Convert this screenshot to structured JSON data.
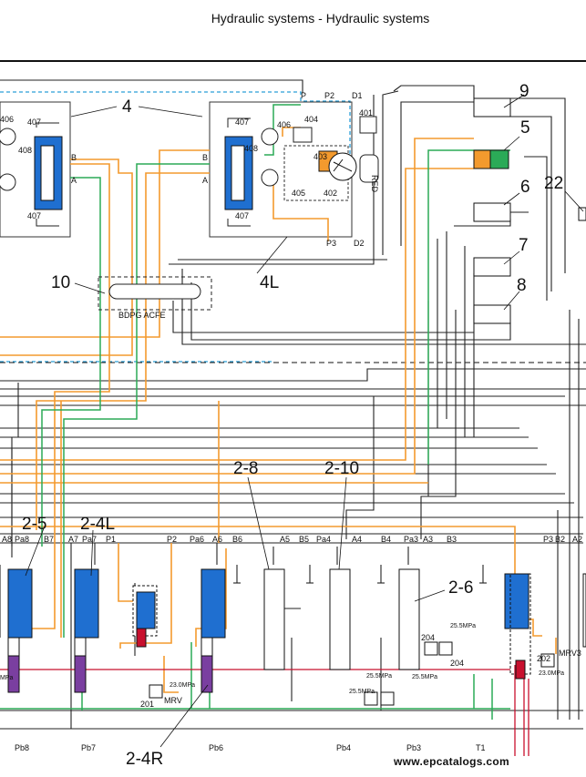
{
  "header": {
    "title": "Hydraulic systems - Hydraulic systems"
  },
  "colors": {
    "orange": "#F39A2E",
    "green": "#2BAA57",
    "blue_dash": "#2A9FD8",
    "red": "#C8102E",
    "valve_blue": "#1F6FD0",
    "purple": "#7A3FA0",
    "black": "#1a1a1a"
  },
  "callouts": {
    "c4": "4",
    "c4L": "4L",
    "c5": "5",
    "c6": "6",
    "c7": "7",
    "c8": "8",
    "c9": "9",
    "c10": "10",
    "c22": "22",
    "c2_5": "2-5",
    "c2_4L": "2-4L",
    "c2_4R": "2-4R",
    "c2_8": "2-8",
    "c2_10": "2-10",
    "c2_6": "2-6"
  },
  "motor_parts": {
    "p401": "401",
    "p402": "402",
    "p403": "403",
    "p404": "404",
    "p405": "405",
    "p406": "406",
    "p406b": "406",
    "p407a": "407",
    "p407b": "407",
    "p407c": "407",
    "p407d": "407",
    "p408": "408",
    "p408b": "408",
    "red": "RED"
  },
  "motor_ports": {
    "P": "P",
    "P2": "P2",
    "D1": "D1",
    "P3": "P3",
    "D2": "D2",
    "A": "A",
    "B": "B",
    "A2": "A",
    "B2": "B"
  },
  "swivel": {
    "ports": "BDPG ACFE"
  },
  "valve_ports": {
    "A8": "A8",
    "Pa8": "Pa8",
    "B7": "B7",
    "A7": "A7",
    "Pa7": "Pa7",
    "P1": "P1",
    "P2": "P2",
    "Pa6": "Pa6",
    "A6": "A6",
    "B6": "B6",
    "A5": "A5",
    "B5": "B5",
    "Pa4": "Pa4",
    "A4": "A4",
    "B4": "B4",
    "Pa3": "Pa3",
    "A3": "A3",
    "B3": "B3",
    "P3": "P3",
    "A2": "A2",
    "B2": "B2",
    "Pb8": "Pb8",
    "Pb7": "Pb7",
    "Pb6": "Pb6",
    "Pb4": "Pb4",
    "Pb3": "Pb3",
    "T1": "T1"
  },
  "valve_parts": {
    "v201": "201",
    "v202": "202",
    "v204a": "204",
    "v204b": "204",
    "mrv": "MRV",
    "mrv3": "MRV3"
  },
  "pressures": {
    "p23a": "23.0MPa",
    "p23b": "23.0MPa",
    "p255a": "25.5MPa",
    "p255b": "25.5MPa",
    "p255c": "25.5MPa",
    "p255d": "25.5MPa",
    "pMPa": "MPa"
  },
  "watermark": "www.epcatalogs.com"
}
